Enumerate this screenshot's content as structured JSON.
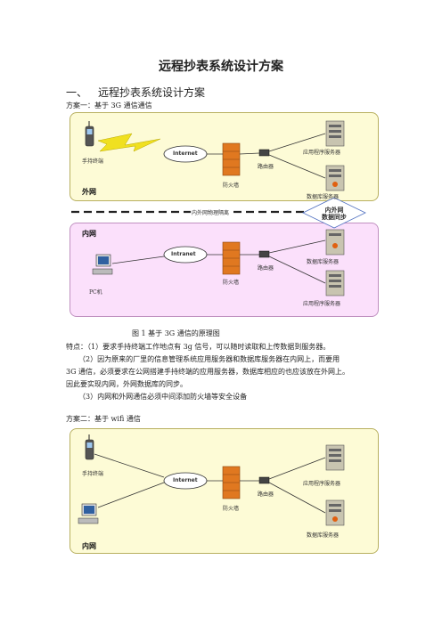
{
  "doc": {
    "title": "远程抄表系统设计方案",
    "section": {
      "num": "一、",
      "text": "远程抄表系统设计方案"
    },
    "scheme1_title": "方案一：基于 3G 通信通信",
    "scheme2_title": "方案二：基于 wifi 通信",
    "figure1_caption": "图 1  基于 3G 通信的原理图",
    "para_lines": [
      "特点：（1）要求手持终端工作地点有 3g 信号，可以随时读取和上传数据到服务器。",
      "（2）因为原来的厂里的信息管理系统应用服务器和数据库服务器在内网上，而要用",
      "3G 通信，必须要求在公网搭建手持终端的应用服务器，数据库相应的也应该放在外网上。",
      "因此要实现内网，外网数据库的同步。",
      "（3）内网和外网通信必须中间添加防火墙等安全设备"
    ]
  },
  "diagram1": {
    "outer_zone_label": "外网",
    "inner_zone_label": "内网",
    "handheld": "手持终端",
    "internet": "Internet",
    "intranet": "Intranet",
    "firewall": "防火墙",
    "router": "路由器",
    "app_server": "应用程序服务器",
    "db_server": "数据库服务器",
    "isolation": "内外网物理隔离",
    "sync_line1": "内外网",
    "sync_line2": "数据同步",
    "pc": "PC机"
  },
  "diagram2": {
    "handheld": "手持终端",
    "internet": "Internet",
    "firewall": "防火墙",
    "router": "路由器",
    "app_server": "应用程序服务器",
    "db_server": "数据库服务器",
    "inner_zone_label": "内网"
  },
  "colors": {
    "outer_zone": "#fdfbd6",
    "inner_zone": "#fbe0fb",
    "firewall": "#e07820",
    "lightning": "#f0e020"
  }
}
